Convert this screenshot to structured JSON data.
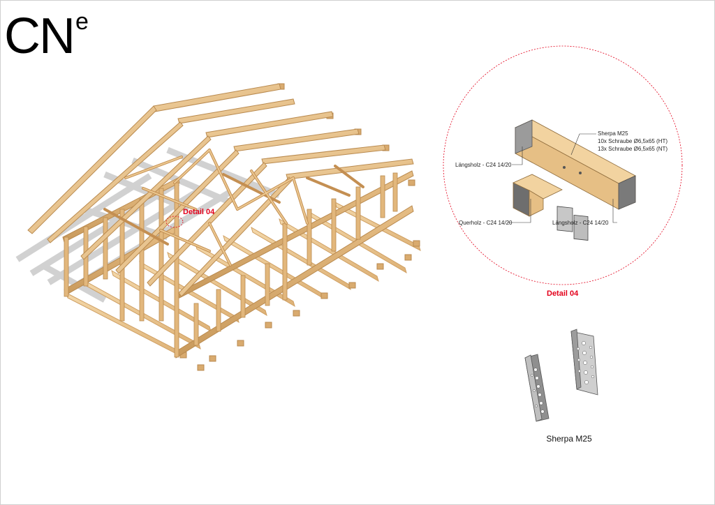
{
  "logo": {
    "main": "CN",
    "superscript": "e"
  },
  "detail": {
    "marker_label": "Detail 04",
    "caption": "Detail 04",
    "callouts": {
      "product": "Sherpa M25",
      "screws_ht": "10x Schraube Ø6,5x65 (HT)",
      "screws_nt": "13x Schraube Ø6,5x65 (NT)",
      "laengsholz_left": "Längsholz - C24 14/20",
      "querholz": "Querholz - C24 14/20",
      "laengsholz_right": "Längsholz - C24 14/20"
    }
  },
  "part": {
    "caption": "Sherpa M25"
  },
  "colors": {
    "accent_red": "#e3001b",
    "timber": "#e8c48e",
    "timber_dark": "#c99a5c",
    "shadow": "#c7c7c7",
    "steel": "#9a9a9a"
  }
}
